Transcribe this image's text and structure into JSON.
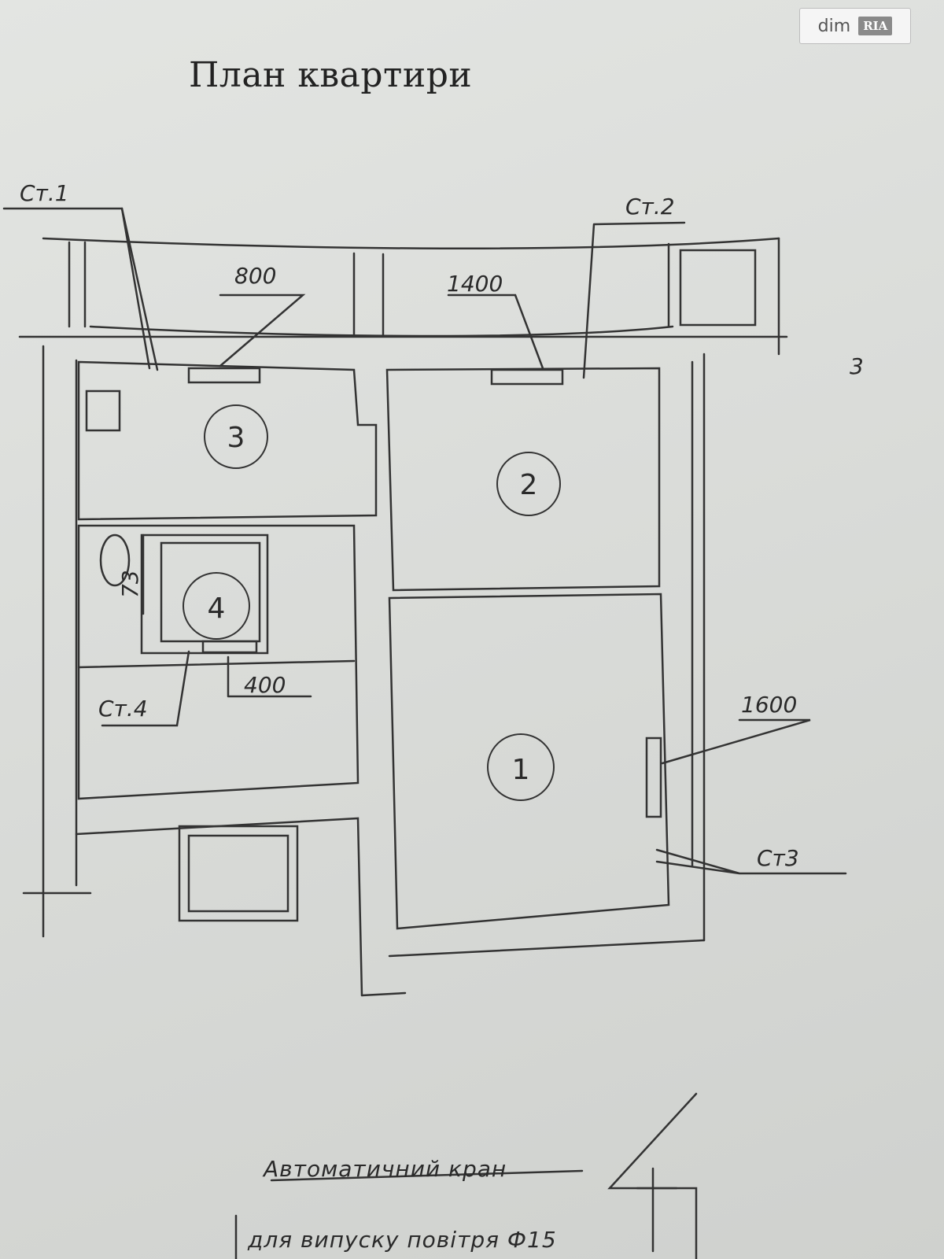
{
  "title": "План квартири",
  "watermark": {
    "left": "dim",
    "right": "RIA"
  },
  "rooms": [
    "1",
    "2",
    "3",
    "4"
  ],
  "labels": {
    "st1": "Ст.1",
    "st2": "Ст.2",
    "st3": "Ст3",
    "st4": "Ст.4",
    "dim800": "800",
    "dim1400": "1400",
    "dim1600": "1600",
    "dim400": "400",
    "dim73": "73",
    "side3": "3"
  },
  "note": {
    "line1": "Автоматичний кран",
    "line2": "для випуску повітря Ф15"
  }
}
